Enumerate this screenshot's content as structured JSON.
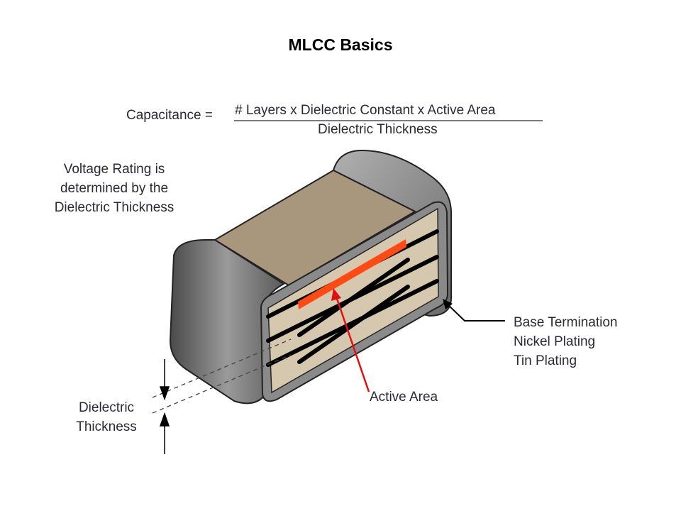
{
  "title": "MLCC Basics",
  "formula": {
    "lhs": "Capacitance =",
    "numerator": "# Layers x Dielectric Constant x Active Area",
    "denominator": "Dielectric Thickness"
  },
  "labels": {
    "voltage": [
      "Voltage Rating is",
      "determined by the",
      "Dielectric Thickness"
    ],
    "termination": [
      "Base Termination",
      "Nickel Plating",
      "Tin Plating"
    ],
    "active_area": "Active Area",
    "dielectric": [
      "Dielectric",
      "Thickness"
    ]
  },
  "colors": {
    "electrode_active": "#ff4a14",
    "body_top": "#a8977d",
    "body_face": "#d6c8ae",
    "termination": "#6e6e6e"
  }
}
